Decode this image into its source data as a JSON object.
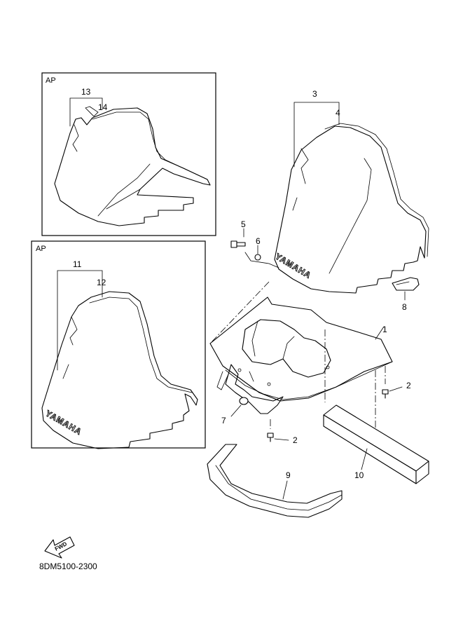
{
  "diagram": {
    "box_labels": [
      "AP",
      "AP"
    ],
    "callouts": {
      "p1": "1",
      "p2a": "2",
      "p2b": "2",
      "p3": "3",
      "p4": "4",
      "p5": "5",
      "p6": "6",
      "p7": "7",
      "p8": "8",
      "p9": "9",
      "p10": "10",
      "p11": "11",
      "p12": "12",
      "p13": "13",
      "p14": "14"
    },
    "windshield_brand": "YAMAHA",
    "fwd_marker": "FWD",
    "diagram_code": "8DM5100-2300"
  }
}
